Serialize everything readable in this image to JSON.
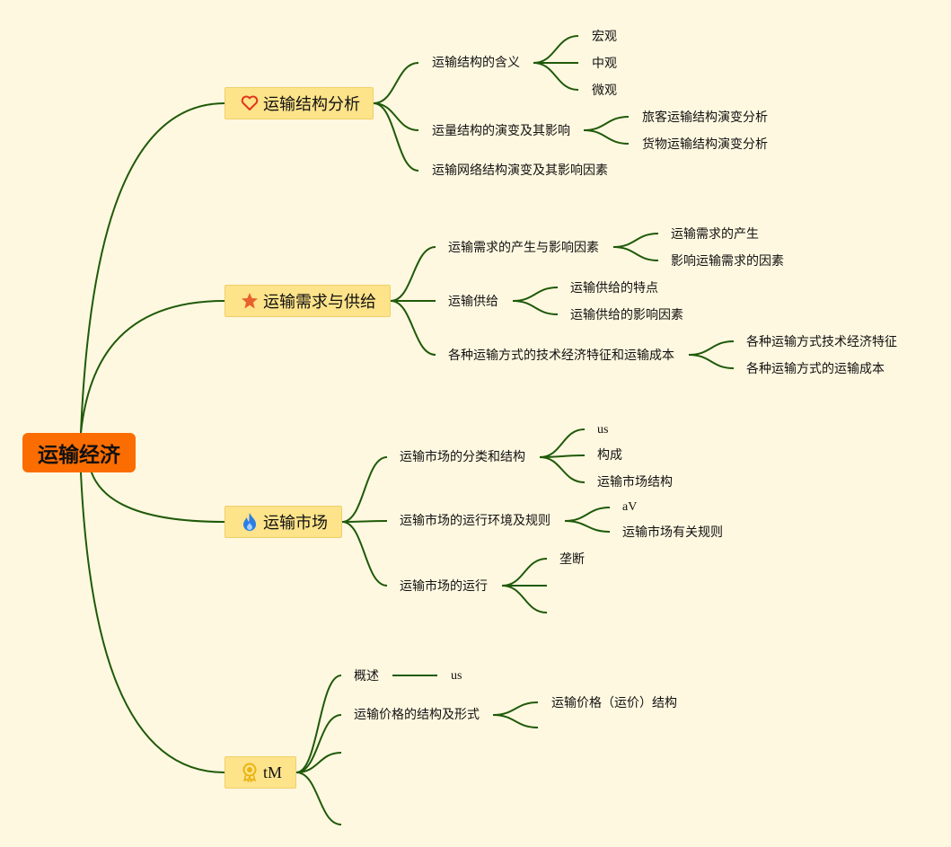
{
  "colors": {
    "background": "#fff8e0",
    "root": "#fb6d00",
    "branch": "#fde38a",
    "line": "#1f5a0a"
  },
  "root": {
    "label": "运输经济"
  },
  "branches": [
    {
      "label": "运输结构分析",
      "icon": "heart-icon",
      "children": [
        {
          "label": "运输结构的含义",
          "children": [
            "宏观",
            "中观",
            "微观"
          ]
        },
        {
          "label": "运量结构的演变及其影响",
          "children": [
            "旅客运输结构演变分析",
            "货物运输结构演变分析"
          ]
        },
        {
          "label": "运输网络结构演变及其影响因素",
          "children": []
        }
      ]
    },
    {
      "label": "运输需求与供给",
      "icon": "star-icon",
      "children": [
        {
          "label": "运输需求的产生与影响因素",
          "children": [
            "运输需求的产生",
            "影响运输需求的因素"
          ]
        },
        {
          "label": "运输供给",
          "children": [
            "运输供给的特点",
            "运输供给的影响因素"
          ]
        },
        {
          "label": "各种运输方式的技术经济特征和运输成本",
          "children": [
            "各种运输方式技术经济特征",
            "各种运输方式的运输成本"
          ]
        }
      ]
    },
    {
      "label": "运输市场",
      "icon": "flame-icon",
      "children": [
        {
          "label": "运输市场的分类和结构",
          "children": [
            "us",
            "构成",
            "运输市场结构"
          ]
        },
        {
          "label": "运输市场的运行环境及规则",
          "children": [
            "aV",
            "运输市场有关规则"
          ]
        },
        {
          "label": "运输市场的运行",
          "children": [
            "垄断",
            "",
            ""
          ]
        }
      ]
    },
    {
      "label": "tM",
      "icon": "award-icon",
      "children": [
        {
          "label": "概述",
          "children": [
            "us"
          ]
        },
        {
          "label": "运输价格的结构及形式",
          "children": [
            "运输价格（运价）结构",
            ""
          ]
        },
        {
          "label": "",
          "children": []
        },
        {
          "label": "",
          "children": []
        }
      ]
    }
  ]
}
